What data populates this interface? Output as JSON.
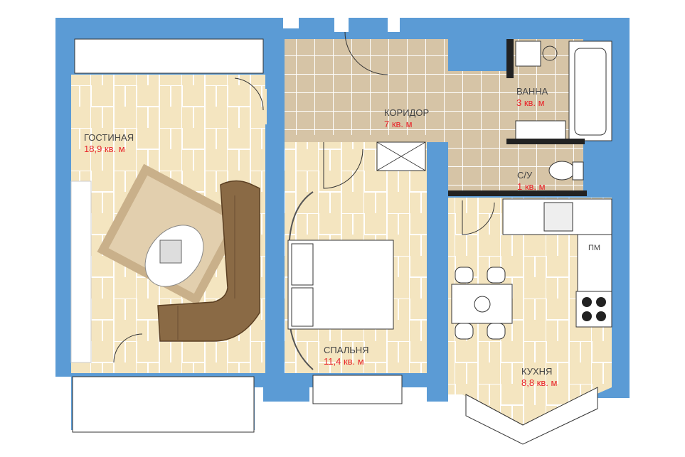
{
  "colors": {
    "wall": "#5b9bd5",
    "wood_floor": "#f4e5c0",
    "tile_floor": "#d6c4a6",
    "room_name": "#444444",
    "room_area": "#e8262b",
    "sofa": "#8a6a45",
    "rug": "#c9b08a"
  },
  "rooms": {
    "living": {
      "name": "ГОСТИНАЯ",
      "area": "18,9 кв. м"
    },
    "corridor": {
      "name": "КОРИДОР",
      "area": "7 кв. м"
    },
    "bath": {
      "name": "ВАННА",
      "area": "3 кв. м"
    },
    "wc": {
      "name": "С/У",
      "area": "1 кв. м"
    },
    "bedroom": {
      "name": "СПАЛЬНЯ",
      "area": "11,4 кв. м"
    },
    "kitchen": {
      "name": "КУХНЯ",
      "area": "8,8 кв. м"
    }
  },
  "fixtures": {
    "fridge_label": "ПМ"
  },
  "icons": [
    "washing-machine-icon",
    "bathtub-icon",
    "toilet-icon",
    "sink-icon",
    "stove-icon",
    "tv-icon",
    "sofa-icon",
    "bed-icon",
    "dining-table-icon"
  ]
}
